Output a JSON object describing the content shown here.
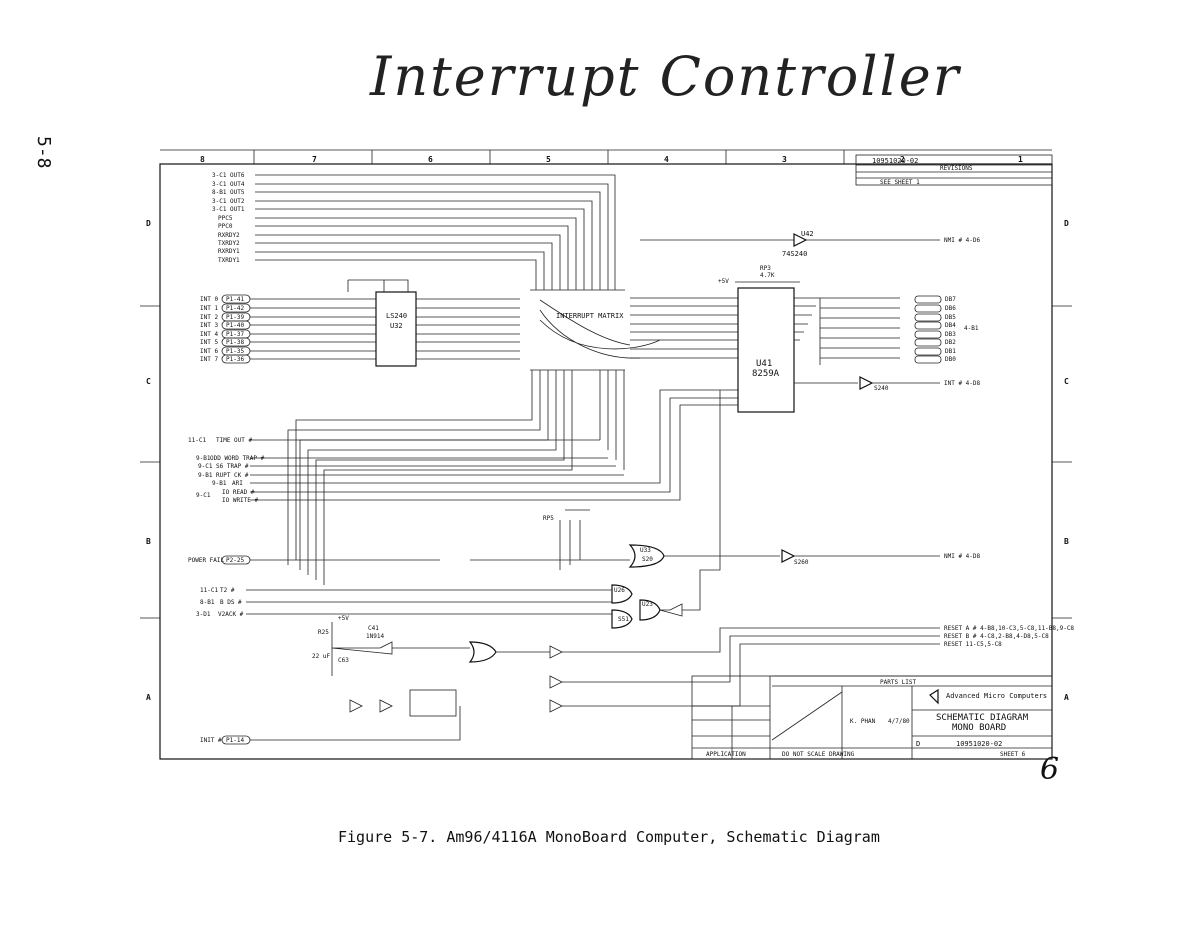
{
  "handwritten_title": "Interrupt Controller",
  "page_number": "5-8",
  "caption": "Figure 5-7.  Am96/4116A MonoBoard Computer, Schematic Diagram",
  "sheet_mark": "6",
  "zone_columns": [
    "8",
    "7",
    "6",
    "5",
    "4",
    "3",
    "2",
    "1"
  ],
  "zone_rows": [
    "D",
    "C",
    "B",
    "A"
  ],
  "title_block": {
    "drawing_number": "10951020-02",
    "revisions_label": "REVISIONS",
    "see_sheet": "SEE SHEET 1",
    "company": "Advanced Micro Computers",
    "title_line1": "SCHEMATIC DIAGRAM",
    "title_line2": "MONO BOARD",
    "size": "D",
    "dwg_no": "10951020-02",
    "drawn_by": "K. PHAN",
    "date": "4/7/80",
    "parts_list": "PARTS LIST",
    "do_not_scale": "DO NOT SCALE DRAWING",
    "application": "APPLICATION",
    "sheet": "SHEET 6"
  },
  "left_signals": [
    "3-C1 OUT6",
    "3-C1 OUT4",
    "8-B1 OUT5",
    "3-C1 OUT2",
    "3-C1 OUT1"
  ],
  "ppc_labels": [
    "PPC5",
    "PPC0"
  ],
  "serial_labels": [
    "RXRDY2",
    "TXRDY2",
    "RXRDY1",
    "TXRDY1"
  ],
  "int_inputs": [
    {
      "name": "INT 0",
      "pin": "P1-41"
    },
    {
      "name": "INT 1",
      "pin": "P1-42"
    },
    {
      "name": "INT 2",
      "pin": "P1-39"
    },
    {
      "name": "INT 3",
      "pin": "P1-40"
    },
    {
      "name": "INT 4",
      "pin": "P1-37"
    },
    {
      "name": "INT 5",
      "pin": "P1-38"
    },
    {
      "name": "INT 6",
      "pin": "P1-35"
    },
    {
      "name": "INT 7",
      "pin": "P1-36"
    }
  ],
  "chips": {
    "u32_ref": "U32",
    "u32_part": "LS240",
    "u41_ref": "U41",
    "u41_part": "8259A",
    "u42_ref": "U42",
    "u42_part": "74S240",
    "u33_ref": "U33",
    "u33_part": "S20",
    "u26_ref": "U26",
    "u23_ref": "U23",
    "s51": "S51",
    "s240": "S240",
    "s260": "S260"
  },
  "matrix_label": "INTERRUPT MATRIX",
  "right_labels": [
    "DB7",
    "DB6",
    "DB5",
    "DB4",
    "DB3",
    "DB2",
    "DB1",
    "DB0"
  ],
  "right_group_ref": "4-B1",
  "nmi_out": "NMI # 4-D6",
  "int_out": "INT # 4-D8",
  "nmi2_out": "NMI # 4-D8",
  "mid_signals": [
    "TIME OUT #",
    "ODD WORD TRAP #",
    "S6 TRAP #",
    "RUPT CK #",
    "ARI",
    "IO READ #",
    "IO WRITE #"
  ],
  "mid_refs": [
    "11-C1",
    "9-B1",
    "9-C1",
    "9-B1",
    "9-B1",
    "9-C1"
  ],
  "power_fail": "POWER FAIL",
  "power_fail_pin": "P2-25",
  "lower_signals": [
    "T2 #",
    "B DS #",
    "V2ACK #"
  ],
  "lower_refs": [
    "11-C1",
    "8-B1",
    "3-D1"
  ],
  "reset_outputs": [
    "RESET A # 4-B8,10-C3,5-C8,11-B8,9-C8",
    "RESET B # 4-C8,2-B8,4-D8,5-C8",
    "RESET 11-C5,5-C8"
  ],
  "int_bottom": "INIT #",
  "int_bottom_pin": "P1-14",
  "rpack_ref": "RP3",
  "rpack_val": "4.7K",
  "vcc": "+5V",
  "cap_ref": "C41",
  "cap_diode": "1N914",
  "res_ref": "R25",
  "cap_val": "22 uF",
  "cap2": "C63",
  "rp5": "RP5"
}
